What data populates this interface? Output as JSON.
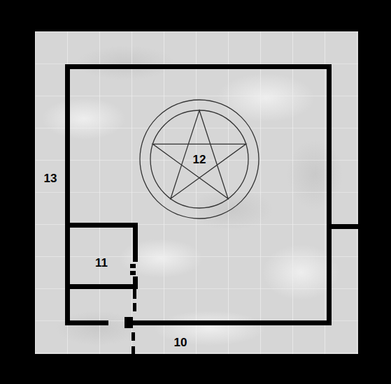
{
  "diagram": {
    "labels": [
      "13",
      "12",
      "11",
      "10"
    ]
  }
}
